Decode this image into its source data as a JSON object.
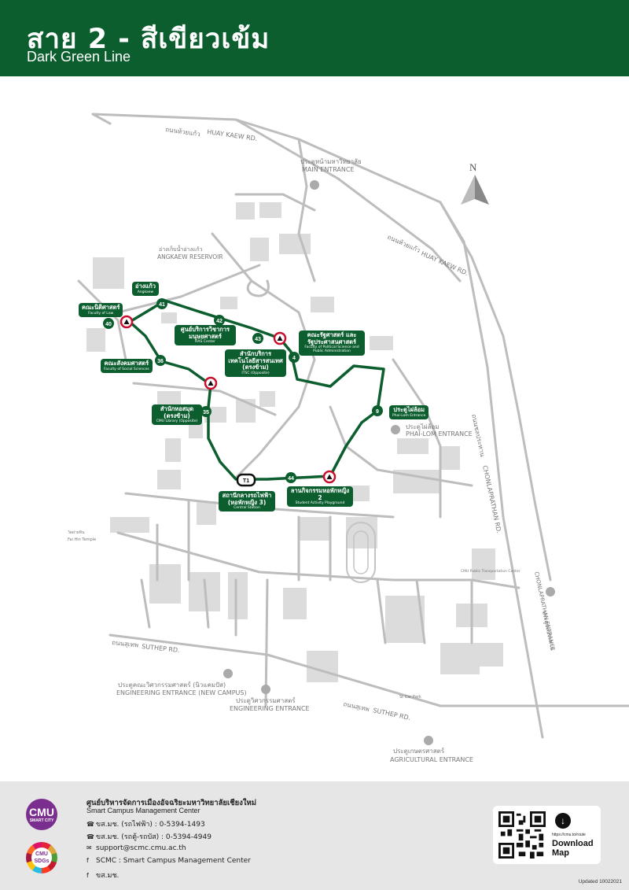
{
  "header": {
    "title_th": "สาย 2 - สีเขียวเข้ม",
    "title_en": "Dark Green Line"
  },
  "colors": {
    "brand_green": "#0c5e2f",
    "stop_red": "#c8102e",
    "road_gray": "#bdbdbd"
  },
  "map": {
    "roads": [
      {
        "th": "ถนนห้วยแก้ว",
        "en": "HUAY KAEW RD."
      },
      {
        "th": "ถนนห้วยแก้ว",
        "en": "HUAY KAEW RD."
      },
      {
        "th": "ถนนชลประทาน",
        "en": "CHONLAPRATHAN RD."
      },
      {
        "th": "ถนนสุเทพ",
        "en": "SUTHEP RD."
      },
      {
        "th": "ถนนสุเทพ",
        "en": "SUTHEP RD."
      }
    ],
    "entrances": [
      {
        "th": "ประตูหน้ามหาวิทยาลัย",
        "en": "MAIN ENTRANCE"
      },
      {
        "th": "ประตูไผ่ล้อม",
        "en": "PHAI-LOM ENTRANCE"
      },
      {
        "th": "ประตูคณะวิศวกรรมศาสตร์ (นิวแคมปัส)",
        "en": "ENGINEERING ENTRANCE (NEW CAMPUS)"
      },
      {
        "th": "ประตูวิศวกรรมศาสตร์",
        "en": "ENGINEERING ENTRANCE"
      },
      {
        "th": "ประตูเกษตรศาสตร์",
        "en": "AGRICULTURAL ENTRANCE"
      },
      {
        "th": "ประตูชลประทาน",
        "en": "CHONLAPRATHAN ENTRANCE"
      }
    ],
    "places": [
      {
        "th": "อ่างเก็บน้ำอ่างแก้ว",
        "en": "ANGKAEW RESERVOIR"
      },
      {
        "th": "วัดฝายหิน",
        "en": "Fai Hin Temple"
      },
      {
        "th": "",
        "en": "CMU Public Transportation Center"
      },
      {
        "th": "",
        "en": "St Car Park"
      }
    ],
    "north": "N",
    "stop_numbers": [
      "41",
      "42",
      "43",
      "4",
      "40",
      "36",
      "35",
      "T1",
      "44",
      "9"
    ],
    "stop_labels": [
      {
        "th": "อ่างแก้ว",
        "en": "Angkaew"
      },
      {
        "th": "คณะนิติศาสตร์",
        "en": "Faculty of Law"
      },
      {
        "th": "ศูนย์บริการวิชาการ มนุษยศาสตร์",
        "en": "HAS Center"
      },
      {
        "th": "คณะรัฐศาสตร์ และรัฐประศาสนศาสตร์",
        "en": "Faculty of Political Science and Public Administration"
      },
      {
        "th": "สำนักบริการ เทคโนโลยีสารสนเทศ (ตรงข้าม)",
        "en": "ITSC (Opposite)"
      },
      {
        "th": "คณะสังคมศาสตร์",
        "en": "Faculty of Social Sciences"
      },
      {
        "th": "ประตูไผ่ล้อม",
        "en": "Phai-Lom Entrance"
      },
      {
        "th": "สำนักหอสมุด (ตรงข้าม)",
        "en": "CMU Library (Opposite)"
      },
      {
        "th": "สถานีกลางรถไฟฟ้า (หอพักหญิง 3)",
        "en": "Central Station"
      },
      {
        "th": "ลานกิจกรรมหอพักหญิง 2",
        "en": "Student Activity Playground"
      }
    ]
  },
  "footer": {
    "logo1": {
      "text": "CMU",
      "sub": "SMART CITY"
    },
    "logo2": {
      "text": "CMU",
      "sub": "SDGs"
    },
    "org_th": "ศูนย์บริหารจัดการเมืองอัจฉริยะมหาวิทยาลัยเชียงใหม่",
    "org_en": "Smart Campus Management Center",
    "contacts": [
      "ขส.มช. (รถไฟฟ้า) : 0-5394-1493",
      "ขส.มช. (รถตู้-รถบัส) : 0-5394-4949",
      "support@scmc.cmu.ac.th",
      "SCMC : Smart Campus Management Center",
      "ขส.มช."
    ],
    "download_url": "https://cmu.to/route",
    "download_label_1": "Download",
    "download_label_2": "Map",
    "updated": "Updated 10022021"
  }
}
